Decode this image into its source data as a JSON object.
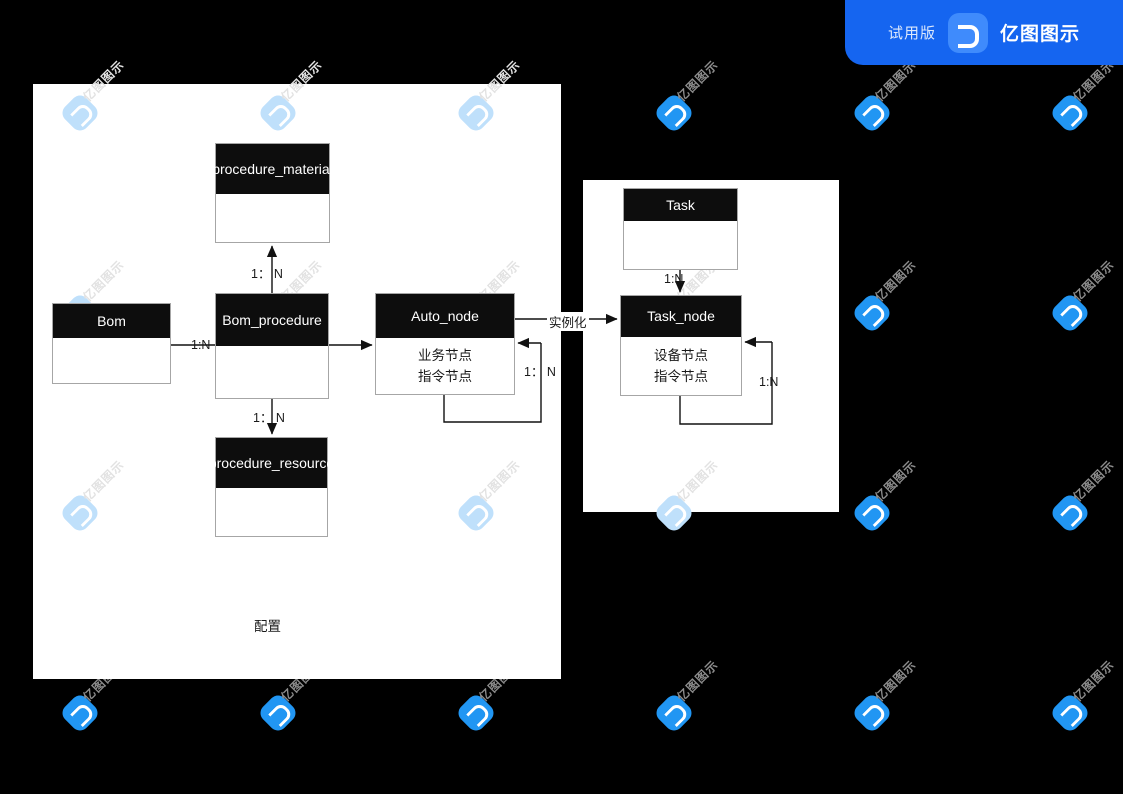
{
  "watermark": {
    "text": "亿图图示",
    "badge_color": "#2196f3",
    "badge_color_on_white": "#bfe0fb"
  },
  "trial_badge": {
    "trial_label": "试用版",
    "brand_name": "亿图图示",
    "logo_icon": "edraw-logo-icon",
    "background_color": "#1565f0"
  },
  "canvas": {
    "background_color": "#000000",
    "panel_color": "#ffffff",
    "left_panel_caption": "配置"
  },
  "entities": {
    "procedure_material": {
      "title": "procedure_material",
      "body": ""
    },
    "bom": {
      "title": "Bom",
      "body": ""
    },
    "bom_procedure": {
      "title": "Bom_procedure",
      "body": ""
    },
    "procedure_resource": {
      "title": "procedure_resource",
      "body": ""
    },
    "auto_node": {
      "title": "Auto_node",
      "body": "业务节点\n指令节点"
    },
    "task": {
      "title": "Task",
      "body": ""
    },
    "task_node": {
      "title": "Task_node",
      "body": "设备节点\n指令节点"
    }
  },
  "edge_labels": {
    "bom_to_bom_procedure": "1:N",
    "bom_procedure_to_material": "1： N",
    "bom_procedure_to_resource": "1： N",
    "auto_node_self": "1： N",
    "auto_to_task_node": "实例化",
    "task_to_task_node": "1:N",
    "task_node_self": "1:N"
  }
}
